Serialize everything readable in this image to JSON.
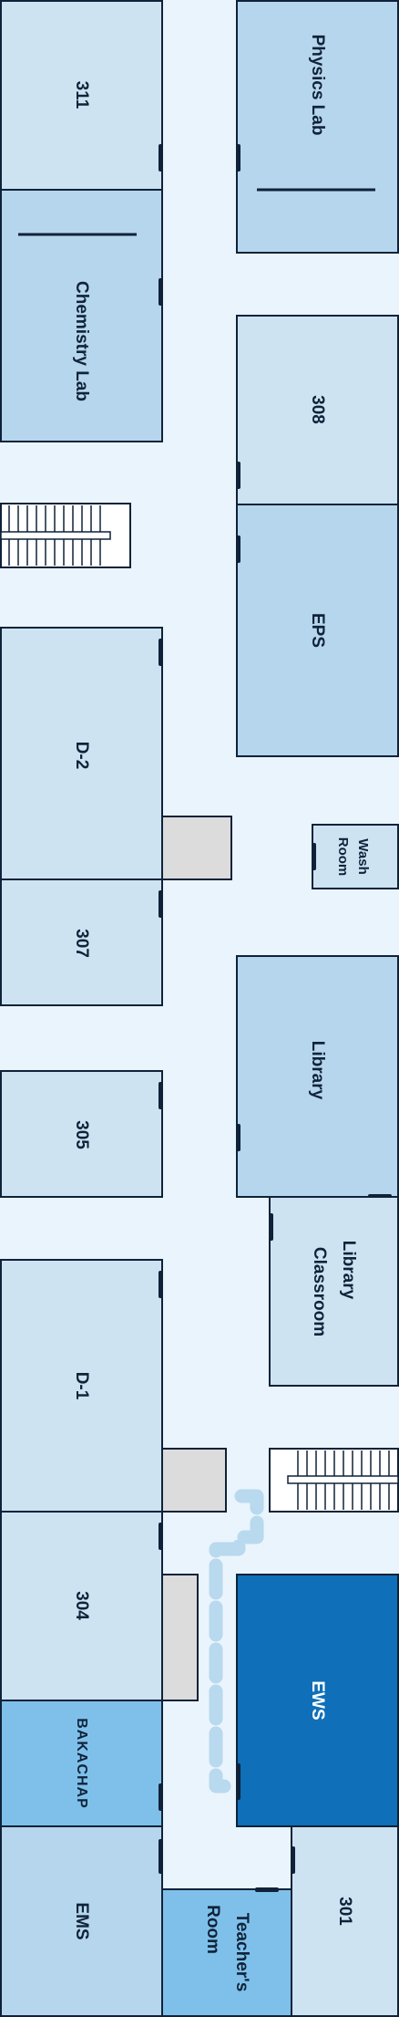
{
  "floor_plan": {
    "colors": {
      "corridor": "#eaf4fc",
      "room_light": "#cde3f2",
      "room_mid": "#b5d6ec",
      "room_bright": "#7ec0ea",
      "room_highlight": "#0f6fb8",
      "outline": "#0f2239",
      "pillar": "#dcdcdc",
      "route": "#b8d9ee"
    },
    "rooms": {
      "r311": "311",
      "physics_lab": "Physics Lab",
      "chemistry_lab": "Chemistry Lab",
      "r308": "308",
      "eps": "EPS",
      "d2": "D-2",
      "wash_room_line1": "Wash",
      "wash_room_line2": "Room",
      "r307": "307",
      "library": "Library",
      "r305": "305",
      "library_classroom_line1": "Library",
      "library_classroom_line2": "Classroom",
      "d1": "D-1",
      "r304": "304",
      "ews": "EWS",
      "bakachap": "BAKACHAP",
      "ems": "EMS",
      "r301": "301",
      "teachers_room_line1": "Teacher's",
      "teachers_room_line2": "Room"
    },
    "highlighted_room": "EWS",
    "route_style": "dashed"
  }
}
